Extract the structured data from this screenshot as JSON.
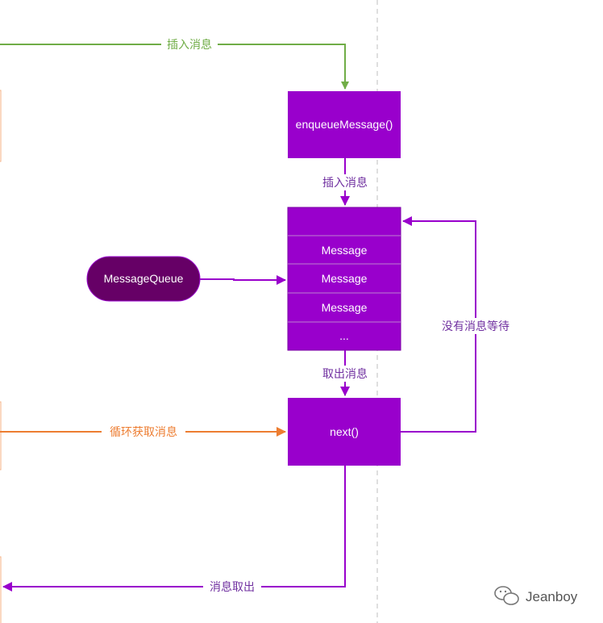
{
  "labels": {
    "insert_top": "插入消息",
    "insert_mid": "插入消息",
    "take_out": "取出消息",
    "loop_fetch": "循环获取消息",
    "wait_no_message": "没有消息等待",
    "message_removed": "消息取出"
  },
  "nodes": {
    "enqueue": "enqueueMessage()",
    "queue_rows": [
      "",
      "Message",
      "Message",
      "Message",
      "..."
    ],
    "message_queue": "MessageQueue",
    "next": "next()"
  },
  "watermark": "Jeanboy",
  "colors": {
    "purple_box": "#9900CC",
    "queue_oval": "#660066",
    "green_arrow": "#70AD47",
    "orange_arrow": "#ED7D31",
    "purple_arrow": "#9900CC",
    "divider": "#BFBFBF"
  },
  "icons": {
    "watermark_logo": "wechat-icon"
  }
}
